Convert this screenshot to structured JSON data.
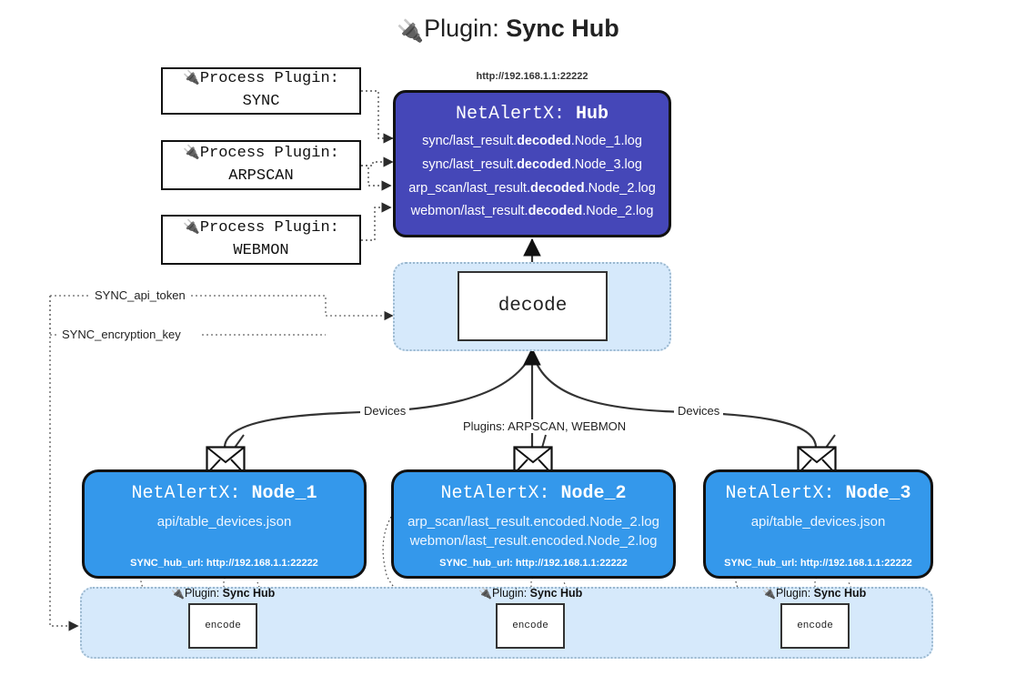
{
  "title": {
    "icon": "electric-plug-icon",
    "prefix": "Plugin:",
    "name": "Sync Hub"
  },
  "colors": {
    "hub_fill": "#4547b8",
    "node_fill": "#3498eb",
    "container_fill": "#d6e9fb",
    "container_border": "#9bb8cf",
    "box_border": "#111111",
    "text_light": "#ffffff"
  },
  "process_plugins": [
    {
      "icon": "electric-plug-icon",
      "label": "Process Plugin:",
      "name": "SYNC"
    },
    {
      "icon": "electric-plug-icon",
      "label": "Process Plugin:",
      "name": "ARPSCAN"
    },
    {
      "icon": "electric-plug-icon",
      "label": "Process Plugin:",
      "name": "WEBMON"
    }
  ],
  "hub": {
    "url": "http://192.168.1.1:22222",
    "title_prefix": "NetAlertX:",
    "title_name": "Hub",
    "rows": [
      {
        "pre": "sync/last_result.",
        "mid": "decoded",
        "post": ".Node_1.log"
      },
      {
        "pre": "sync/last_result.",
        "mid": "decoded",
        "post": ".Node_3.log"
      },
      {
        "pre": "arp_scan/last_result.",
        "mid": "decoded",
        "post": ".Node_2.log"
      },
      {
        "pre": "webmon/last_result.",
        "mid": "decoded",
        "post": ".Node_2.log"
      }
    ]
  },
  "decode": {
    "label": "decode"
  },
  "settings": {
    "api_token": "SYNC_api_token",
    "encryption_key": "SYNC_encryption_key"
  },
  "edge_labels": {
    "devices_left": "Devices",
    "devices_right": "Devices",
    "plugins_center": "Plugins: ARPSCAN, WEBMON"
  },
  "nodes": [
    {
      "title_prefix": "NetAlertX:",
      "title_name": "Node_1",
      "lines": [
        "api/table_devices.json"
      ],
      "hub_url_label": "SYNC_hub_url: http://192.168.1.1:22222",
      "envelope_icon": "envelope-icon"
    },
    {
      "title_prefix": "NetAlertX:",
      "title_name": "Node_2",
      "lines": [
        "arp_scan/last_result.encoded.Node_2.log",
        "webmon/last_result.encoded.Node_2.log"
      ],
      "hub_url_label": "SYNC_hub_url: http://192.168.1.1:22222",
      "envelope_icon": "envelope-icon"
    },
    {
      "title_prefix": "NetAlertX:",
      "title_name": "Node_3",
      "lines": [
        "api/table_devices.json"
      ],
      "hub_url_label": "SYNC_hub_url: http://192.168.1.1:22222",
      "envelope_icon": "envelope-icon"
    }
  ],
  "encoders": [
    {
      "caption_icon": "electric-plug-icon",
      "caption_prefix": "Plugin:",
      "caption_name": "Sync Hub",
      "label": "encode"
    },
    {
      "caption_icon": "electric-plug-icon",
      "caption_prefix": "Plugin:",
      "caption_name": "Sync Hub",
      "label": "encode"
    },
    {
      "caption_icon": "electric-plug-icon",
      "caption_prefix": "Plugin:",
      "caption_name": "Sync Hub",
      "label": "encode"
    }
  ]
}
